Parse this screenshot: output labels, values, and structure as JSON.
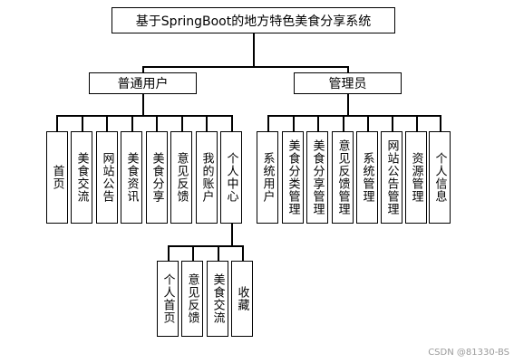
{
  "title": "基于SpringBoot的地方特色美食分享系统",
  "user_role": {
    "label": "普通用户",
    "modules": [
      "首页",
      "美食交流",
      "网站公告",
      "美食资讯",
      "美食分享",
      "意见反馈",
      "我的账户",
      "个人中心"
    ]
  },
  "personal_center": {
    "modules": [
      "个人首页",
      "意见反馈",
      "美食交流",
      "收藏"
    ]
  },
  "admin_role": {
    "label": "管理员",
    "modules": [
      "系统用户",
      "美食分类管理",
      "美食分享管理",
      "意见反馈管理",
      "系统管理",
      "网站公告管理",
      "资源管理",
      "个人信息"
    ]
  },
  "watermark": "CSDN @81330-BS"
}
